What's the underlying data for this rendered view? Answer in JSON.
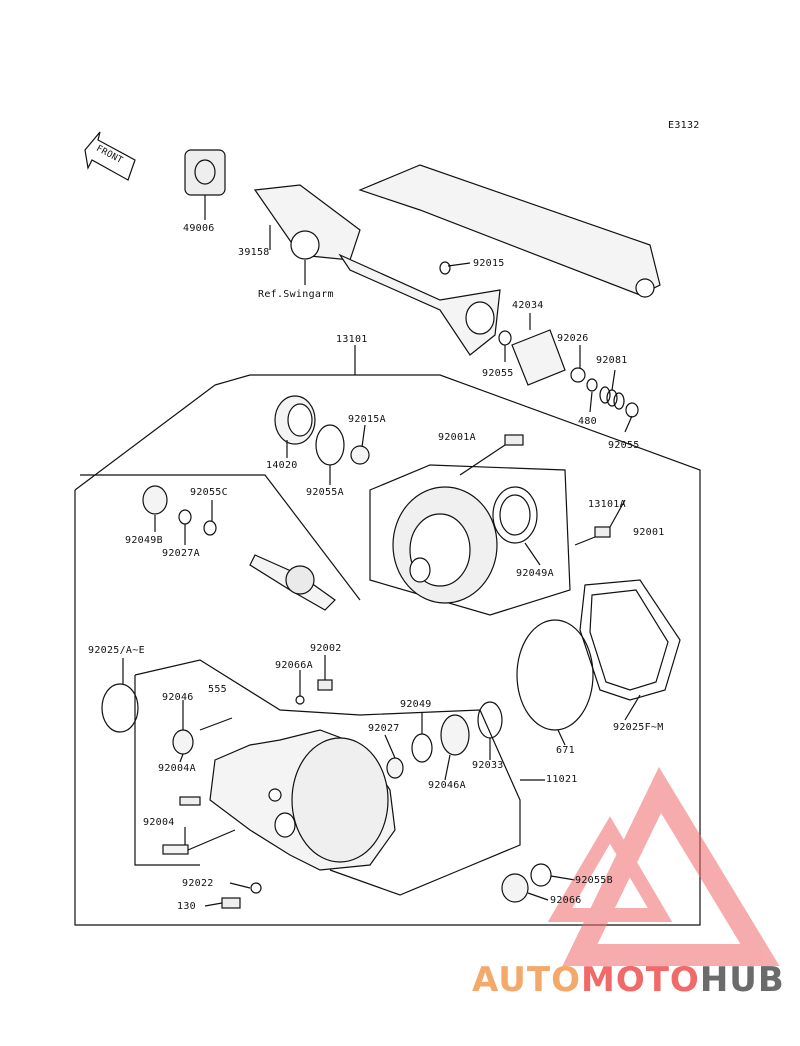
{
  "diagram_code": "E3132",
  "front_label": "FRONT",
  "reference_label": "Ref.Swingarm",
  "part_labels": {
    "p49006": "49006",
    "p39158": "39158",
    "p92015": "92015",
    "p42034": "42034",
    "p92026": "92026",
    "p92081": "92081",
    "p92055_top": "92055",
    "p480": "480",
    "p92055_right": "92055",
    "p13101": "13101",
    "p92015A": "92015A",
    "p92001A": "92001A",
    "p14020": "14020",
    "p92055A": "92055A",
    "p92055C": "92055C",
    "p92049B": "92049B",
    "p92027A": "92027A",
    "p13101A": "13101A",
    "p92001": "92001",
    "p92049A": "92049A",
    "p92025AE": "92025/A~E",
    "p92002": "92002",
    "p92066A": "92066A",
    "p92046": "92046",
    "p555": "555",
    "p92004A": "92004A",
    "p92049": "92049",
    "p92027": "92027",
    "p92033": "92033",
    "p92046A": "92046A",
    "p671": "671",
    "p92025FM": "92025F~M",
    "p11021": "11021",
    "p92004": "92004",
    "p92022": "92022",
    "p130": "130",
    "p92055B": "92055B",
    "p92066": "92066"
  },
  "watermark": {
    "part1": "AUTO",
    "part2": "MOTO",
    "part3": "HUB"
  },
  "colors": {
    "line": "#111111",
    "watermark_orange": "#f2a96a",
    "watermark_red": "#f06a6a",
    "watermark_gray": "#6b6b6b"
  }
}
